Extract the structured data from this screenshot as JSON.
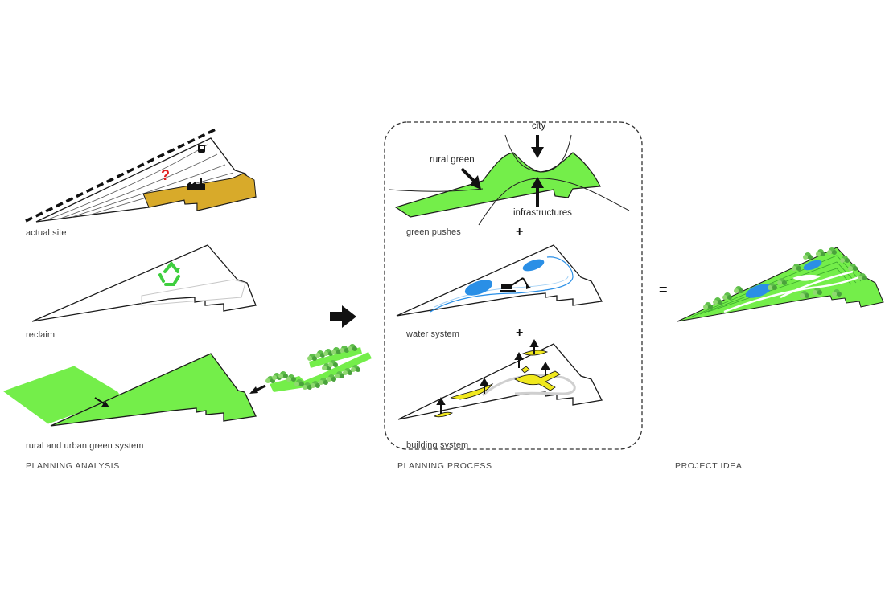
{
  "colors": {
    "green": "#74ee4a",
    "orange": "#d8aa2a",
    "blue": "#2a8fe6",
    "yellow": "#f0e81e",
    "outline": "#1a1a1a"
  },
  "icons": [
    "recycle-icon",
    "factory-icon",
    "train-icon",
    "excavator-icon",
    "arrow-icon",
    "tree-icon"
  ],
  "planning_analysis": {
    "heading": "PLANNING ANALYSIS",
    "panels": [
      {
        "label": "actual site",
        "question_mark": "?"
      },
      {
        "label": "reclaim"
      },
      {
        "label": "rural and urban green system"
      }
    ]
  },
  "planning_process": {
    "heading": "PLANNING PROCESS",
    "annotations": {
      "city": "city",
      "rural_green": "rural green",
      "infrastructures": "infrastructures"
    },
    "panels": [
      {
        "label": "green pushes"
      },
      {
        "label": "water system"
      },
      {
        "label": "building system"
      }
    ],
    "plus_signs": [
      "+",
      "+"
    ]
  },
  "project_idea": {
    "heading": "PROJECT IDEA",
    "equals": "="
  }
}
